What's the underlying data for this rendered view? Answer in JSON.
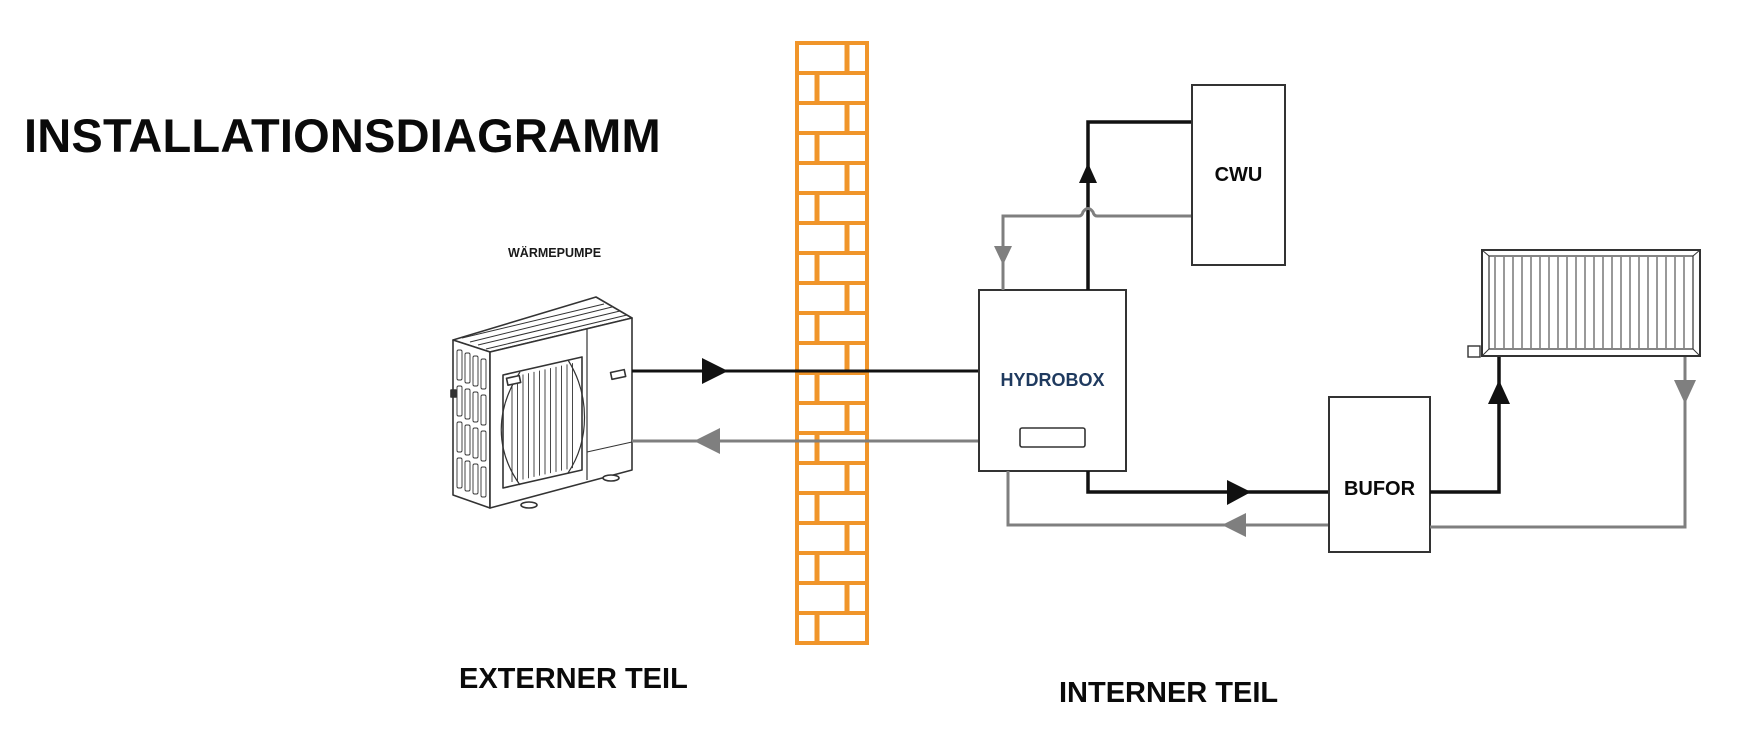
{
  "title": "INSTALLATIONSDIAGRAMM",
  "heat_pump": {
    "label": "WÄRMEPUMPE",
    "icon": "outdoor-heat-pump-unit"
  },
  "zones": {
    "external": "EXTERNER TEIL",
    "internal": "INTERNER TEIL"
  },
  "wall": {
    "icon": "brick-wall",
    "color": "#f0952a"
  },
  "components": {
    "hydrobox": {
      "label": "HYDROBOX",
      "color": "#1f3a5f"
    },
    "cwu": {
      "label": "CWU"
    },
    "bufor": {
      "label": "BUFOR"
    },
    "radiator": {
      "icon": "radiator"
    }
  },
  "pipes": {
    "supply_color": "#111111",
    "return_color": "#7f7f7f",
    "connections": [
      {
        "from": "heat_pump",
        "to": "hydrobox",
        "type": "supply"
      },
      {
        "from": "hydrobox",
        "to": "heat_pump",
        "type": "return"
      },
      {
        "from": "hydrobox",
        "to": "cwu",
        "type": "supply"
      },
      {
        "from": "cwu",
        "to": "hydrobox",
        "type": "return"
      },
      {
        "from": "hydrobox",
        "to": "bufor",
        "type": "supply"
      },
      {
        "from": "bufor",
        "to": "hydrobox",
        "type": "return"
      },
      {
        "from": "bufor",
        "to": "radiator",
        "type": "supply"
      },
      {
        "from": "radiator",
        "to": "bufor",
        "type": "return"
      }
    ]
  }
}
